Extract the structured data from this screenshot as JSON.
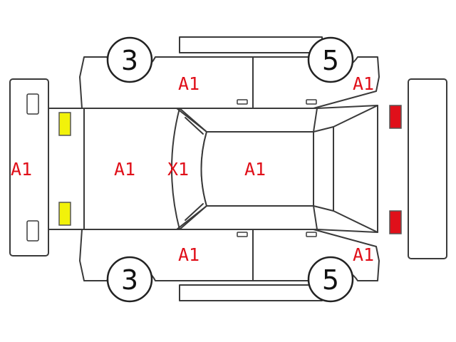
{
  "wheels": {
    "front_left": "3",
    "front_right": "3",
    "rear_left": "5",
    "rear_right": "5"
  },
  "codes": {
    "front_bumper": "A1",
    "hood": "A1",
    "windshield": "X1",
    "roof": "A1",
    "upper_front_door": "A1",
    "upper_rear_quarter": "A1",
    "lower_front_door": "A1",
    "lower_rear_quarter": "A1"
  },
  "colors": {
    "code_text": "#e0101a",
    "headlight": "#f2f20a",
    "taillight": "#e0101a",
    "outline": "#3a3a3a"
  }
}
